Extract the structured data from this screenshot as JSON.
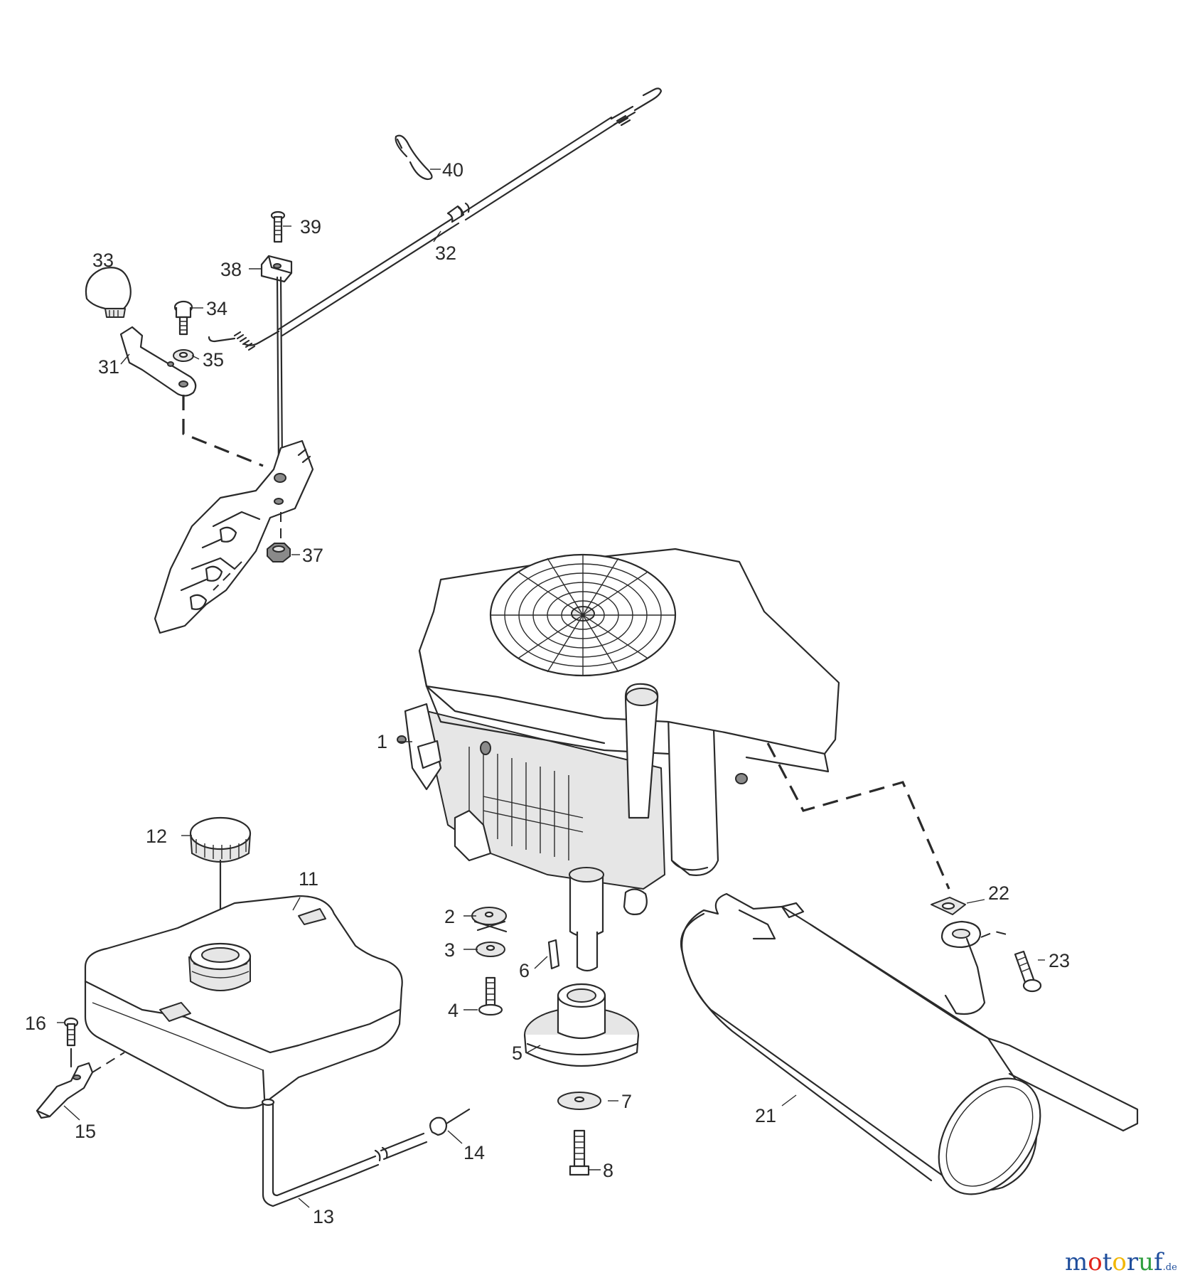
{
  "callouts": [
    {
      "id": "1",
      "label": "1"
    },
    {
      "id": "2",
      "label": "2"
    },
    {
      "id": "3",
      "label": "3"
    },
    {
      "id": "4",
      "label": "4"
    },
    {
      "id": "5",
      "label": "5"
    },
    {
      "id": "6",
      "label": "6"
    },
    {
      "id": "7",
      "label": "7"
    },
    {
      "id": "8",
      "label": "8"
    },
    {
      "id": "11",
      "label": "11"
    },
    {
      "id": "12",
      "label": "12"
    },
    {
      "id": "13",
      "label": "13"
    },
    {
      "id": "14",
      "label": "14"
    },
    {
      "id": "15",
      "label": "15"
    },
    {
      "id": "16",
      "label": "16"
    },
    {
      "id": "21",
      "label": "21"
    },
    {
      "id": "22",
      "label": "22"
    },
    {
      "id": "23",
      "label": "23"
    },
    {
      "id": "31",
      "label": "31"
    },
    {
      "id": "32",
      "label": "32"
    },
    {
      "id": "33",
      "label": "33"
    },
    {
      "id": "34",
      "label": "34"
    },
    {
      "id": "35",
      "label": "35"
    },
    {
      "id": "37",
      "label": "37"
    },
    {
      "id": "38",
      "label": "38"
    },
    {
      "id": "39",
      "label": "39"
    },
    {
      "id": "40",
      "label": "40"
    }
  ],
  "watermark": {
    "parts": [
      {
        "text": "m",
        "color": "#1f4e9c"
      },
      {
        "text": "o",
        "color": "#e2231a"
      },
      {
        "text": "t",
        "color": "#1f4e9c"
      },
      {
        "text": "o",
        "color": "#f2b705"
      },
      {
        "text": "r",
        "color": "#1f4e9c"
      },
      {
        "text": "u",
        "color": "#2e9e3e"
      },
      {
        "text": "f",
        "color": "#1f4e9c"
      }
    ],
    "suffix": ".de"
  }
}
